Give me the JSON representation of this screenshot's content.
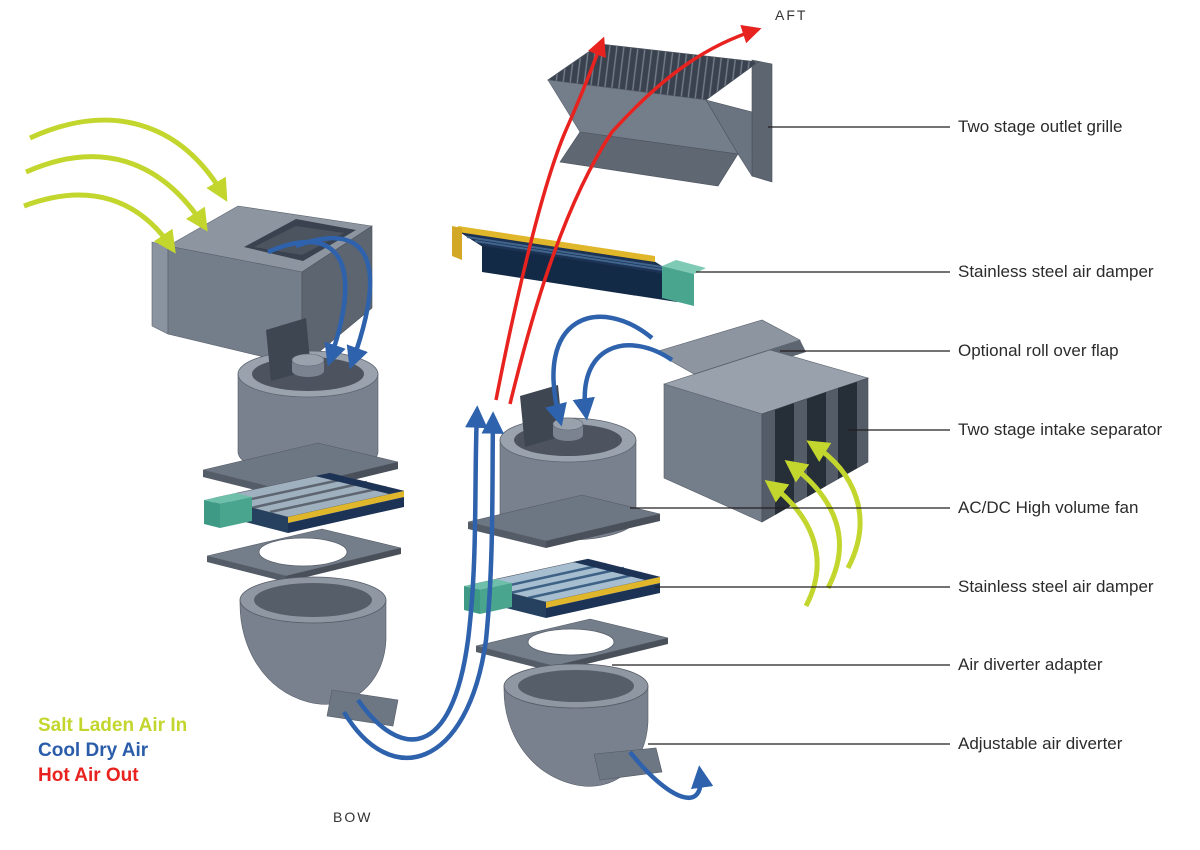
{
  "diagram": {
    "type": "exploded-isometric-technical-diagram",
    "subject": "Marine ventilation / air handling system",
    "orientation": {
      "aft": "AFT",
      "bow": "BOW"
    },
    "labels": [
      {
        "id": "outlet-grille",
        "text": "Two stage outlet grille"
      },
      {
        "id": "air-damper-top",
        "text": "Stainless steel air damper"
      },
      {
        "id": "roll-over-flap",
        "text": "Optional roll over flap"
      },
      {
        "id": "intake-separator",
        "text": "Two stage intake separator"
      },
      {
        "id": "high-volume-fan",
        "text": "AC/DC High volume fan"
      },
      {
        "id": "air-damper-mid",
        "text": "Stainless steel air damper"
      },
      {
        "id": "diverter-adapter",
        "text": "Air diverter adapter"
      },
      {
        "id": "adjustable-diverter",
        "text": "Adjustable air diverter"
      }
    ],
    "legend": [
      {
        "id": "salt-laden-air-in",
        "text": "Salt Laden Air In",
        "color": "#c3d62e"
      },
      {
        "id": "cool-dry-air",
        "text": "Cool Dry Air",
        "color": "#2a5caa"
      },
      {
        "id": "hot-air-out",
        "text": "Hot Air Out",
        "color": "#e8231f"
      }
    ],
    "colors": {
      "component_gray": "#79818e",
      "component_dark": "#545c67",
      "component_light": "#9aa2ae",
      "grille_dark": "#39424e",
      "damper_navy": "#1c3355",
      "damper_yellow": "#e0b62a",
      "damper_teal": "#4aa58f",
      "arrow_salt": "#c3d62e",
      "arrow_cool": "#2e62ac",
      "arrow_hot": "#e8231f"
    }
  }
}
